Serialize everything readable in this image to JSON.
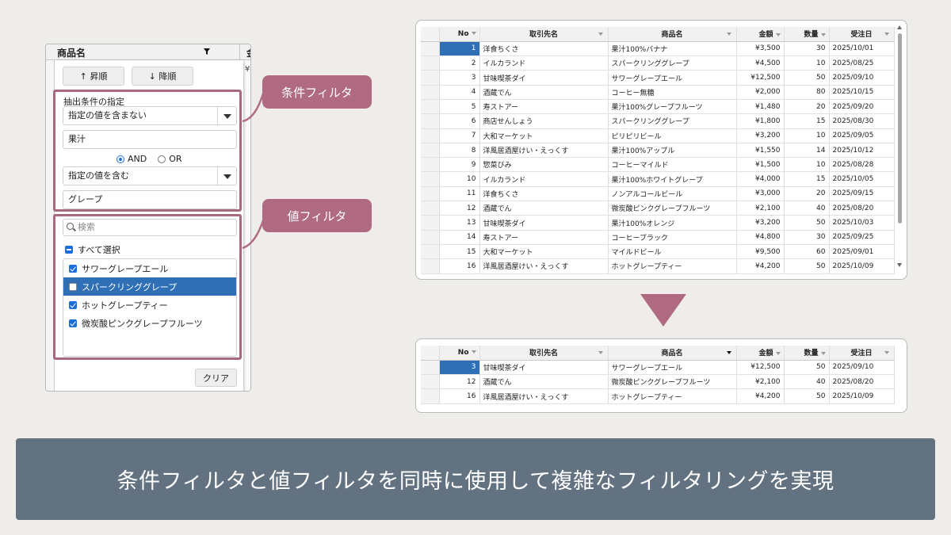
{
  "filter_panel": {
    "column_header": "商品名",
    "next_column_fragment": "金",
    "next_column_value_fragment": "¥",
    "sort_asc": "↑ 昇順",
    "sort_desc": "↓ 降順",
    "condition_label": "抽出条件の指定",
    "condition1_operator": "指定の値を含まない",
    "condition1_value": "果汁",
    "logic_and": "AND",
    "logic_or": "OR",
    "logic_selected": "AND",
    "condition2_operator": "指定の値を含む",
    "condition2_value": "グレープ",
    "search_placeholder": "検索",
    "select_all": "すべて選択",
    "values": [
      {
        "label": "サワーグレープエール",
        "checked": true
      },
      {
        "label": "スパークリンググレープ",
        "checked": false
      },
      {
        "label": "ホットグレープティー",
        "checked": true
      },
      {
        "label": "微炭酸ピンクグレープフルーツ",
        "checked": true
      }
    ],
    "clear_button": "クリア"
  },
  "callouts": {
    "condition_filter": "条件フィルタ",
    "value_filter": "値フィルタ"
  },
  "grid_headers": [
    "No",
    "取引先名",
    "商品名",
    "金額",
    "数量",
    "受注日"
  ],
  "top_grid_rows": [
    [
      "1",
      "洋食ちくさ",
      "果汁100%バナナ",
      "¥3,500",
      "30",
      "2025/10/01"
    ],
    [
      "2",
      "イルカランド",
      "スパークリンググレープ",
      "¥4,500",
      "10",
      "2025/08/25"
    ],
    [
      "3",
      "甘味喫茶ダイ",
      "サワーグレープエール",
      "¥12,500",
      "50",
      "2025/09/10"
    ],
    [
      "4",
      "酒蔵でん",
      "コーヒー無糖",
      "¥2,000",
      "80",
      "2025/10/15"
    ],
    [
      "5",
      "寿ストアー",
      "果汁100%グレープフルーツ",
      "¥1,480",
      "20",
      "2025/09/20"
    ],
    [
      "6",
      "商店せんしょう",
      "スパークリンググレープ",
      "¥1,800",
      "15",
      "2025/08/30"
    ],
    [
      "7",
      "大和マーケット",
      "ピリピリビール",
      "¥3,200",
      "10",
      "2025/09/05"
    ],
    [
      "8",
      "洋風居酒屋けい・えっくす",
      "果汁100%アップル",
      "¥1,550",
      "14",
      "2025/10/12"
    ],
    [
      "9",
      "惣菜びみ",
      "コーヒーマイルド",
      "¥1,500",
      "10",
      "2025/08/28"
    ],
    [
      "10",
      "イルカランド",
      "果汁100%ホワイトグレープ",
      "¥4,000",
      "15",
      "2025/10/05"
    ],
    [
      "11",
      "洋食ちくさ",
      "ノンアルコールビール",
      "¥3,000",
      "20",
      "2025/09/15"
    ],
    [
      "12",
      "酒蔵でん",
      "微炭酸ピンクグレープフルーツ",
      "¥2,100",
      "40",
      "2025/08/20"
    ],
    [
      "13",
      "甘味喫茶ダイ",
      "果汁100%オレンジ",
      "¥3,200",
      "50",
      "2025/10/03"
    ],
    [
      "14",
      "寿ストアー",
      "コーヒーブラック",
      "¥4,800",
      "30",
      "2025/09/25"
    ],
    [
      "15",
      "大和マーケット",
      "マイルドビール",
      "¥9,500",
      "60",
      "2025/09/01"
    ],
    [
      "16",
      "洋風居酒屋けい・えっくす",
      "ホットグレープティー",
      "¥4,200",
      "50",
      "2025/10/09"
    ]
  ],
  "bottom_grid_rows": [
    [
      "3",
      "甘味喫茶ダイ",
      "サワーグレープエール",
      "¥12,500",
      "50",
      "2025/09/10"
    ],
    [
      "12",
      "酒蔵でん",
      "微炭酸ピンクグレープフルーツ",
      "¥2,100",
      "40",
      "2025/08/20"
    ],
    [
      "16",
      "洋風居酒屋けい・えっくす",
      "ホットグレープティー",
      "¥4,200",
      "50",
      "2025/10/09"
    ]
  ],
  "banner_text": "条件フィルタと値フィルタを同時に使用して複雑なフィルタリングを実現",
  "colors": {
    "accent": "#b06b82",
    "frame": "#a8687f",
    "selection": "#2f6fb6",
    "banner": "#637281",
    "background": "#efedea"
  }
}
